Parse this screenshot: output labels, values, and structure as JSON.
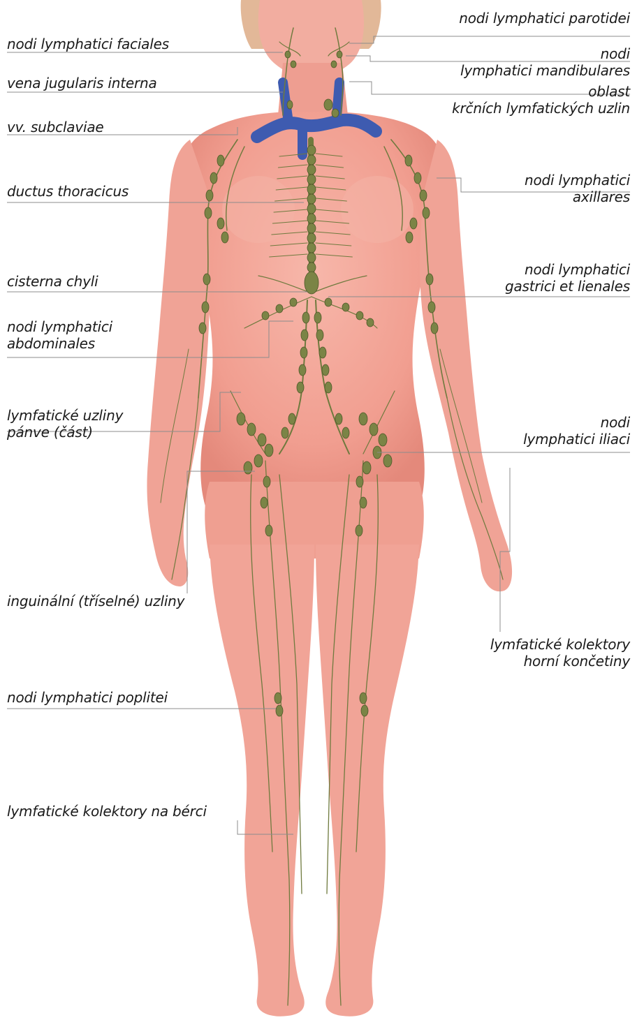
{
  "colors": {
    "skin": "#f2a092",
    "skin_light": "#f7bdb2",
    "skin_shadow": "#e58a7d",
    "lymph": "#6f7a3e",
    "node": "#7b8446",
    "vein": "#3e5bb0",
    "leader": "#8c8c8c",
    "hair": "#dcae86"
  },
  "icons": {
    "body": "female-body-illustration",
    "vein": "vein-icon"
  },
  "labels": {
    "faciales": "nodi lymphatici faciales",
    "jugularis": "vena jugularis interna",
    "subclaviae": "vv. subclaviae",
    "thoracicus": "ductus thoracicus",
    "cisterna": "cisterna chyli",
    "abdominales_1": "nodi lymphatici",
    "abdominales_2": "abdominales",
    "panve_1": "lymfatické uzliny",
    "panve_2": "pánve (část)",
    "inguinal": "inguinální (tříselné) uzliny",
    "poplitei": "nodi lymphatici poplitei",
    "bercí": "lymfatické kolektory na bérci",
    "parotidei": "nodi lymphatici parotidei",
    "mandib_1": "nodi",
    "mandib_2": "lymphatici mandibulares",
    "krcnich_1": "oblast",
    "krcnich_2": "krčních lymfatických uzlin",
    "axillares_1": "nodi lymphatici",
    "axillares_2": "axillares",
    "gastrici_1": "nodi lymphatici",
    "gastrici_2": "gastrici et lienales",
    "iliaci_1": "nodi",
    "iliaci_2": "lymphatici iliaci",
    "kolektory_1": "lymfatické kolektory",
    "kolektory_2": "horní končetiny"
  }
}
